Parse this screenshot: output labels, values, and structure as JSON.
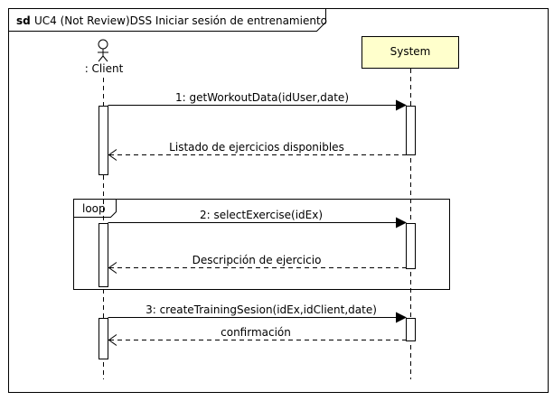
{
  "frame": {
    "keyword": "sd",
    "title": "UC4  (Not Review)DSS Iniciar sesión de entrenamiento"
  },
  "participants": {
    "actor": {
      "name": ": Client",
      "icon": "stick-figure-icon"
    },
    "system": {
      "name": "System",
      "fill": "#ffffcc"
    }
  },
  "fragment": {
    "operator": "loop"
  },
  "messages": [
    {
      "label": "1: getWorkoutData(idUser,date)",
      "kind": "call"
    },
    {
      "label": "Listado de ejercicios disponibles",
      "kind": "return"
    },
    {
      "label": "2: selectExercise(idEx)",
      "kind": "call"
    },
    {
      "label": "Descripción de ejercicio",
      "kind": "return"
    },
    {
      "label": "3: createTrainingSesion(idEx,idClient,date)",
      "kind": "call"
    },
    {
      "label": "confirmación",
      "kind": "return"
    }
  ]
}
